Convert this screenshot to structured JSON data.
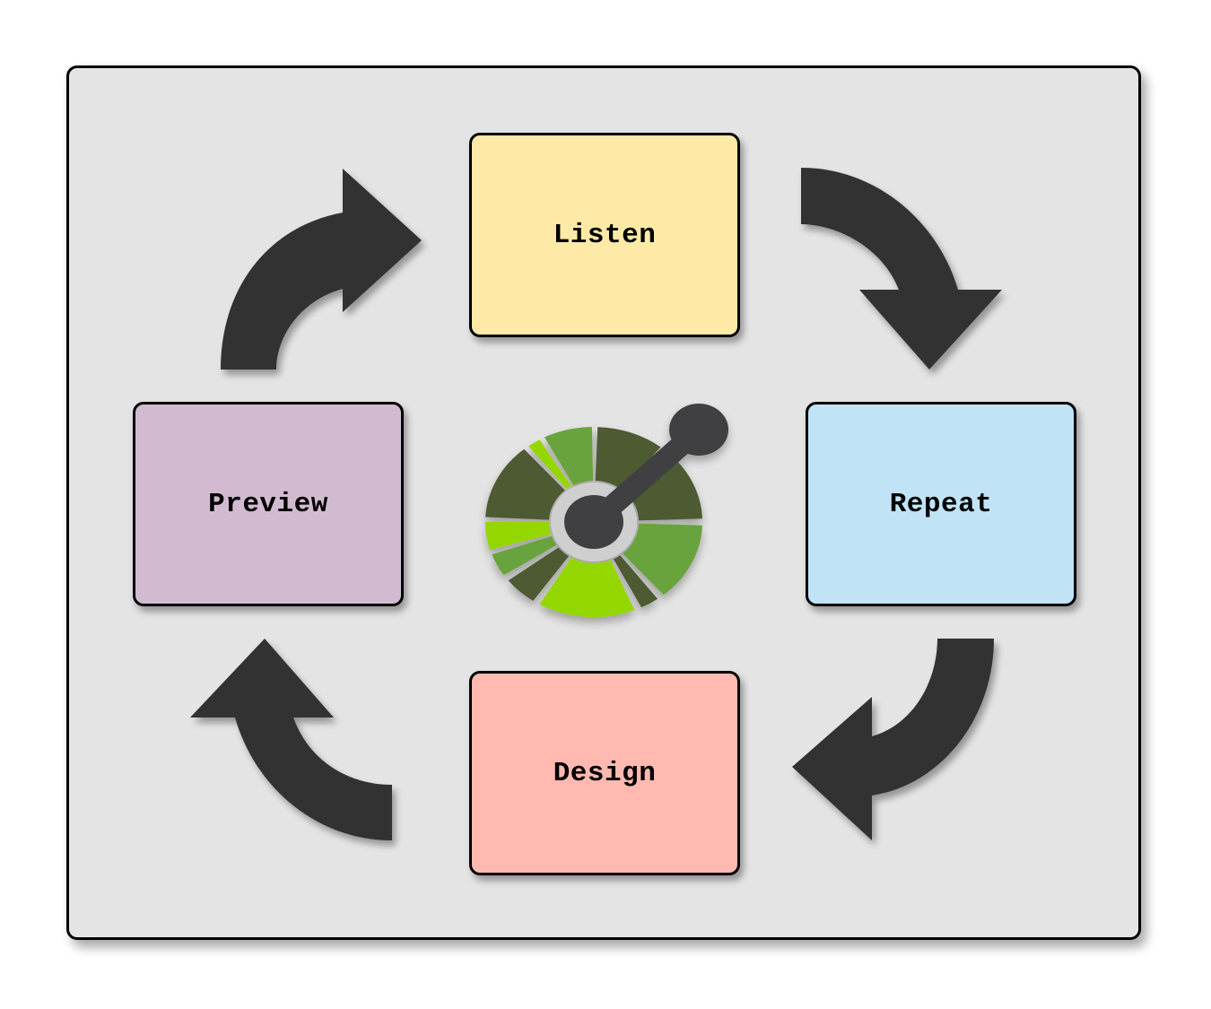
{
  "diagram": {
    "type": "cycle",
    "steps": [
      {
        "id": "listen",
        "label": "Listen",
        "color": "#feeaa6"
      },
      {
        "id": "repeat",
        "label": "Repeat",
        "color": "#c1e3f6"
      },
      {
        "id": "design",
        "label": "Design",
        "color": "#ffb9b1"
      },
      {
        "id": "preview",
        "label": "Preview",
        "color": "#d2bbd1"
      }
    ],
    "flow": [
      {
        "from": "listen",
        "to": "repeat"
      },
      {
        "from": "repeat",
        "to": "design"
      },
      {
        "from": "design",
        "to": "preview"
      },
      {
        "from": "preview",
        "to": "listen"
      }
    ],
    "arrow_color": "#333333",
    "background_color": "#e4e4e4",
    "center_logo": {
      "icon": "openapi-logo-icon",
      "colors": {
        "dark_green": "#4d5a32",
        "mid_green": "#69a33c",
        "lime_green": "#94d600",
        "handle": "#404042"
      }
    }
  }
}
